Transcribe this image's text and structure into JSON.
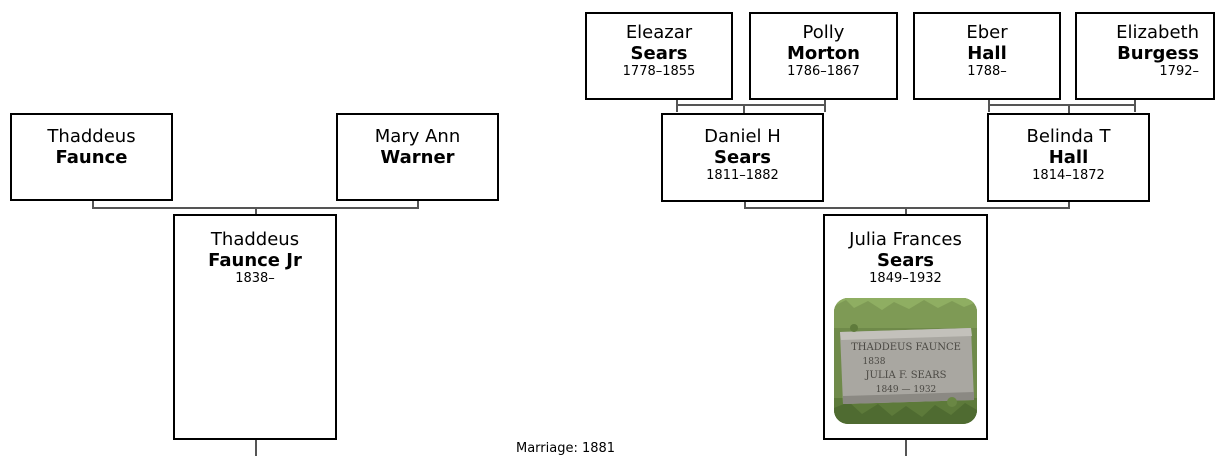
{
  "people": {
    "eleazar": {
      "given": "Eleazar",
      "surname": "Sears",
      "dates": "1778–1855"
    },
    "polly": {
      "given": "Polly",
      "surname": "Morton",
      "dates": "1786–1867"
    },
    "eber": {
      "given": "Eber",
      "surname": "Hall",
      "dates": "1788–"
    },
    "elizabeth": {
      "given": "Elizabeth",
      "surname": "Burgess",
      "dates": "1792–"
    },
    "thaddeus_sr": {
      "given": "Thaddeus",
      "surname": "Faunce"
    },
    "mary_ann": {
      "given": "Mary Ann",
      "surname": "Warner"
    },
    "daniel": {
      "given": "Daniel H",
      "surname": "Sears",
      "dates": "1811–1882"
    },
    "belinda": {
      "given": "Belinda T",
      "surname": "Hall",
      "dates": "1814–1872"
    },
    "thaddeus_jr": {
      "given": "Thaddeus",
      "surname": "Faunce Jr",
      "dates": "1838–"
    },
    "julia": {
      "given": "Julia Frances",
      "surname": "Sears",
      "dates": "1849–1932"
    }
  },
  "marriage": "Marriage: 1881",
  "photo": {
    "engraving": [
      "THADDEUS FAUNCE",
      "1838",
      "JULIA F. SEARS",
      "1849 — 1932"
    ]
  }
}
